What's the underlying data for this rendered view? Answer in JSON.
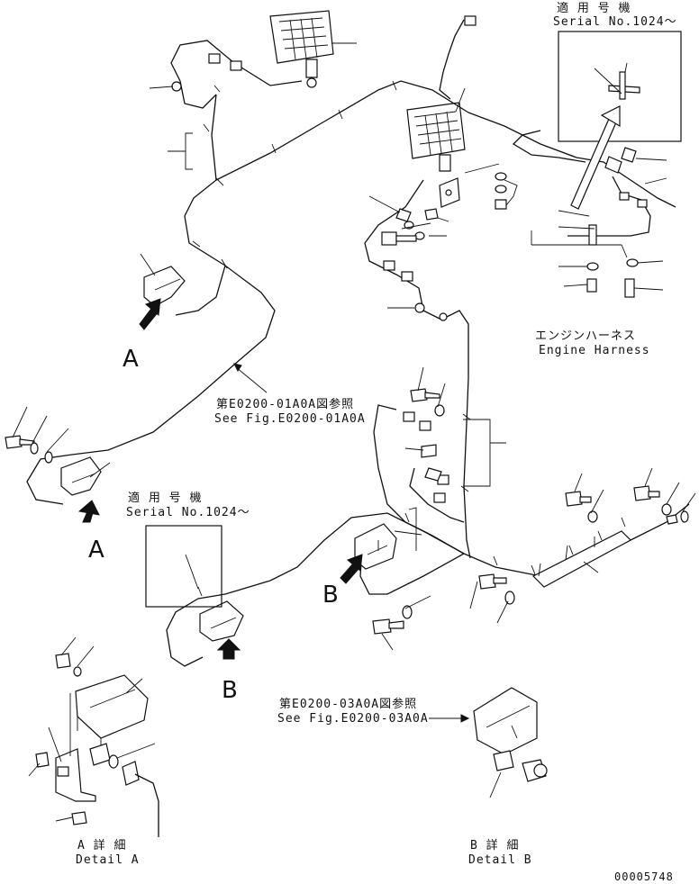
{
  "labels": {
    "serial_top_ja": "適 用 号 機",
    "serial_top_en": "Serial No.1024～",
    "serial_mid_ja": "適 用 号 機",
    "serial_mid_en": "Serial No.1024～",
    "engine_harness_ja": "エンジンハーネス",
    "engine_harness_en": "Engine Harness",
    "ref1_ja": "第E0200-01A0A図参照",
    "ref1_en": "See Fig.E0200-01A0A",
    "ref3_ja": "第E0200-03A0A図参照",
    "ref3_en": "See Fig.E0200-03A0A",
    "detail_a_ja": "A 詳 細",
    "detail_a_en": "Detail A",
    "detail_b_ja": "B 詳 細",
    "detail_b_en": "Detail B",
    "view_a1": "A",
    "view_a2": "A",
    "view_b1": "B",
    "view_b2": "B",
    "drawing_number": "00005748"
  }
}
